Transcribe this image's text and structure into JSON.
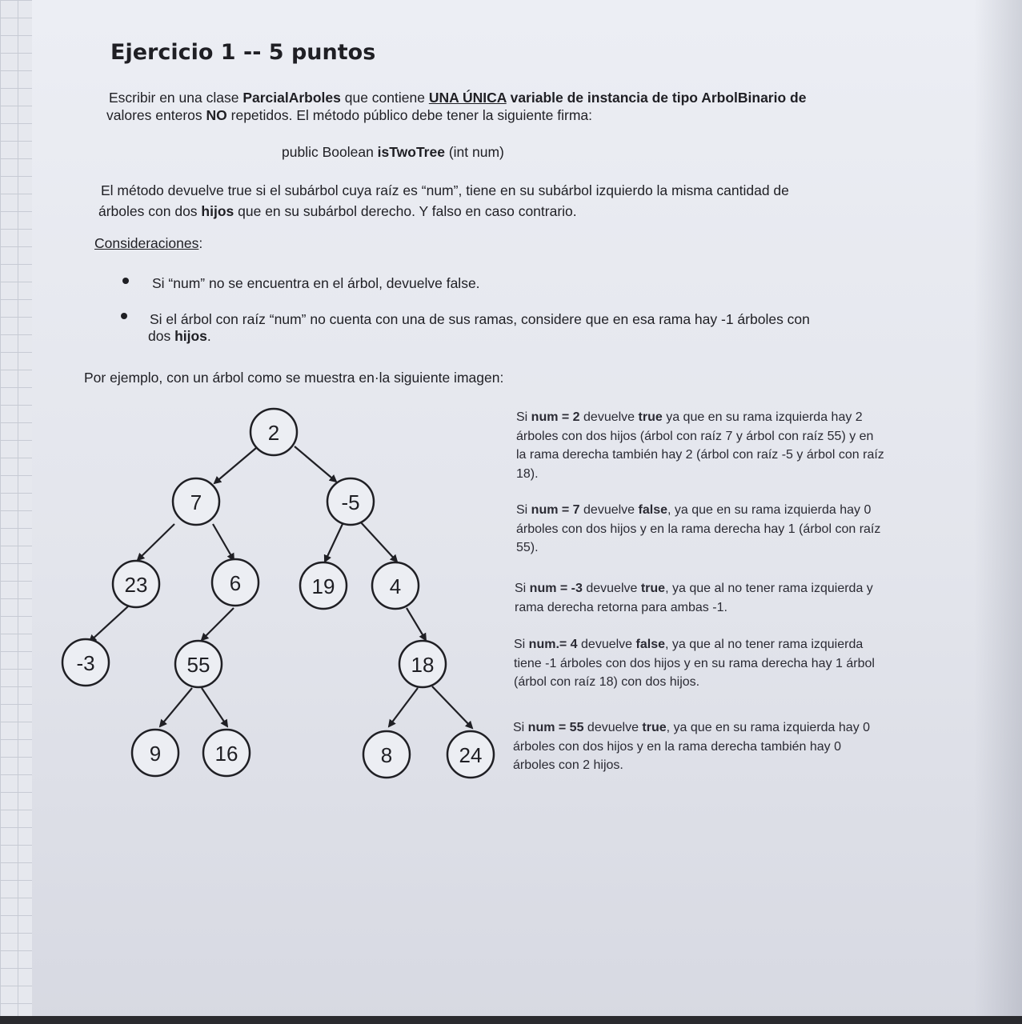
{
  "heading": "Ejercicio 1 -- 5 puntos",
  "intro": {
    "l1_a": "Escribir en una clase ",
    "l1_b": "ParcialArboles",
    "l1_c": " que contiene ",
    "l1_d": "UNA ÚNICA",
    "l1_e": " variable de instancia de tipo ArbolBinario de",
    "l2_a": "valores enteros ",
    "l2_b": "NO",
    "l2_c": " repetidos. El método público debe tener  la siguiente firma:"
  },
  "signature": {
    "a": "public Boolean ",
    "b": "isTwoTree",
    "c": " (int num)"
  },
  "desc": {
    "l1": "El método devuelve true si el subárbol cuya raíz es “num”, tiene en su subárbol izquierdo la misma cantidad de",
    "l2_a": "árboles con dos ",
    "l2_b": "hijos",
    "l2_c": " que en su subárbol derecho. Y falso en caso contrario."
  },
  "considerations_title": "Consideraciones",
  "considerations_colon": ":",
  "bullets": {
    "b1": "Si “num” no se encuentra en el  árbol, devuelve false.",
    "b2_l1": "Si el árbol con raíz “num” no cuenta con una de sus ramas, considere que en esa rama hay -1 árboles con",
    "b2_l2_a": "dos ",
    "b2_l2_b": "hijos",
    "b2_l2_c": "."
  },
  "example_intro": "Por ejemplo, con un árbol como se muestra en·la siguiente  imagen:",
  "tree": {
    "n2": "2",
    "n7": "7",
    "nm5": "-5",
    "n23": "23",
    "n6": "6",
    "n19": "19",
    "n4": "4",
    "nm3": "-3",
    "n55": "55",
    "n18": "18",
    "n9": "9",
    "n16": "16",
    "n8": "8",
    "n24": "24"
  },
  "examples": {
    "e1": {
      "l1_a": "Si ",
      "l1_b": "num = 2",
      "l1_c": " devuelve  ",
      "l1_d": "true",
      "l1_e": " ya que en su rama izquierda hay 2",
      "l2": "árboles con dos hijos (árbol con raíz  7 y árbol con raíz 55) y en",
      "l3": "la rama derecha también hay 2 (árbol con raíz -5 y árbol con raíz",
      "l4": "18)."
    },
    "e2": {
      "l1_a": "Si ",
      "l1_b": "num = 7",
      "l1_c": " devuelve  ",
      "l1_d": "false",
      "l1_e": ", ya que en su rama izquierda hay 0",
      "l2": "árboles con dos hijos y en la rama derecha hay 1 (árbol con raíz",
      "l3": "55)."
    },
    "e3": {
      "l1_a": "Si ",
      "l1_b": "num = -3",
      "l1_c": "  devuelve ",
      "l1_d": "true",
      "l1_e": ", ya que al no tener rama izquierda y",
      "l2": "rama derecha retorna para ambas -1."
    },
    "e4": {
      "l1_a": "Si ",
      "l1_b": "num.= 4",
      "l1_c": "  devuelve  ",
      "l1_d": "false",
      "l1_e": ", ya que al no tener rama izquierda",
      "l2": "tiene -1 árboles con dos hijos y en su rama derecha hay 1 árbol",
      "l3": "(árbol con raíz 18) con dos hijos."
    },
    "e5": {
      "l1_a": "Si ",
      "l1_b": "num = 55",
      "l1_c": "  devuelve  ",
      "l1_d": "true",
      "l1_e": ", ya que en su rama izquierda hay 0",
      "l2": "árboles con dos hijos y en la rama derecha también hay 0",
      "l3": "árboles con 2 hijos."
    }
  }
}
